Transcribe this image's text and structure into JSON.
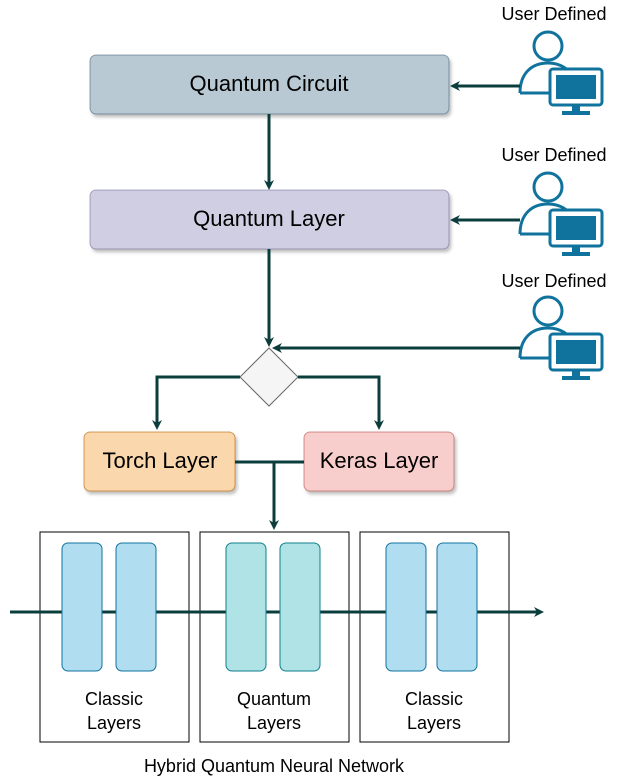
{
  "boxes": {
    "quantum_circuit": "Quantum Circuit",
    "quantum_layer": "Quantum Layer",
    "torch_layer": "Torch Layer",
    "keras_layer": "Keras Layer"
  },
  "user_labels": [
    "User Defined",
    "User Defined",
    "User Defined"
  ],
  "network": {
    "groups": [
      {
        "label_line1": "Classic",
        "label_line2": "Layers"
      },
      {
        "label_line1": "Quantum",
        "label_line2": "Layers"
      },
      {
        "label_line1": "Classic",
        "label_line2": "Layers"
      }
    ],
    "caption": "Hybrid Quantum Neural Network"
  },
  "colors": {
    "arrow": "#0b3d3d",
    "quantum_circuit_fill": "#b8c9d4",
    "quantum_layer_fill": "#d0cee2",
    "torch_fill": "#fad7ac",
    "torch_stroke": "#b46504",
    "keras_fill": "#f8cecc",
    "keras_stroke": "#b85450",
    "user_icon": "#10739e",
    "classic_layer_fill": "#b1ddf0",
    "quantum_layer_bar_fill": "#b0e3e6"
  },
  "icons": [
    "user-computer-icon",
    "decision-diamond"
  ]
}
